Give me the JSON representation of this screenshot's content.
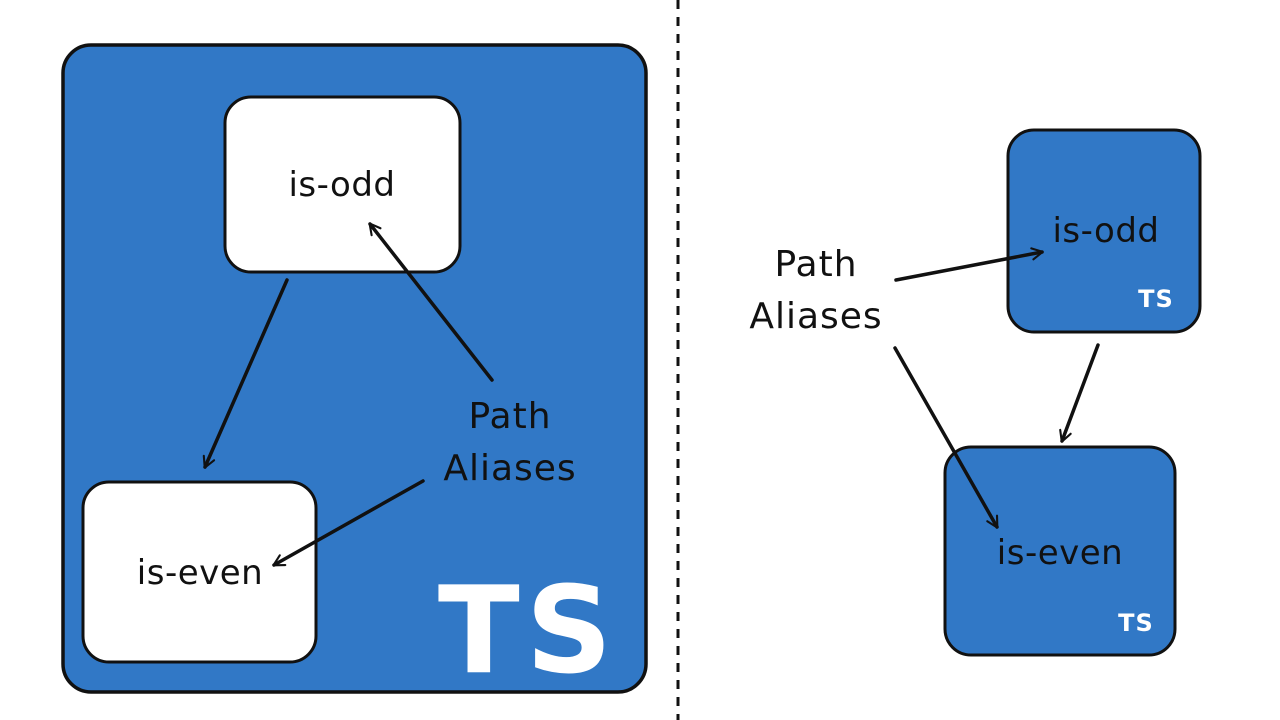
{
  "left": {
    "container_label": "TS",
    "node_top": "is-odd",
    "node_bottom": "is-even",
    "annotation_line1": "Path",
    "annotation_line2": "Aliases"
  },
  "right": {
    "annotation_line1": "Path",
    "annotation_line2": "Aliases",
    "node_top": "is-odd",
    "node_top_badge": "TS",
    "node_bottom": "is-even",
    "node_bottom_badge": "TS"
  },
  "colors": {
    "ts_blue": "#3178c6",
    "outline": "#111111",
    "node_fill": "#ffffff"
  }
}
